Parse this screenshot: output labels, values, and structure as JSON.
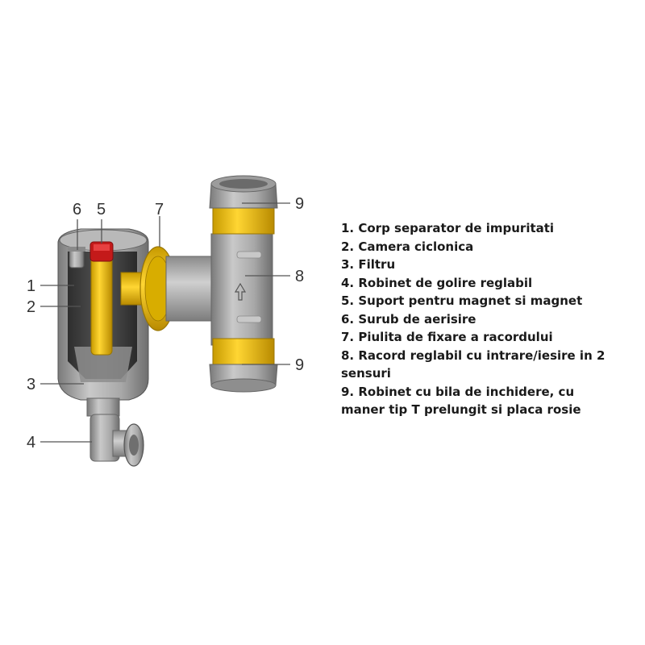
{
  "diagram": {
    "callouts": [
      {
        "id": "1",
        "label": "1"
      },
      {
        "id": "2",
        "label": "2"
      },
      {
        "id": "3",
        "label": "3"
      },
      {
        "id": "4",
        "label": "4"
      },
      {
        "id": "5",
        "label": "5"
      },
      {
        "id": "6",
        "label": "6"
      },
      {
        "id": "7",
        "label": "7"
      },
      {
        "id": "8",
        "label": "8"
      },
      {
        "id": "9a",
        "label": "9"
      },
      {
        "id": "9b",
        "label": "9"
      }
    ],
    "legend": [
      "1. Corp separator de impuritati",
      "2. Camera ciclonica",
      "3. Filtru",
      "4. Robinet de golire reglabil",
      "5. Suport pentru magnet si magnet",
      "6. Surub de aerisire",
      "7. Piulita de fixare a racordului",
      "8. Racord reglabil cu intrare/iesire in 2 sensuri",
      "9. Robinet cu bila de inchidere, cu maner tip T prelungit si placa rosie"
    ],
    "colors": {
      "body_grey": "#9a9a9a",
      "dark_interior": "#3a3a3a",
      "brass": "#f2c200",
      "red_cap": "#d81e1e",
      "leader": "#555555"
    }
  }
}
